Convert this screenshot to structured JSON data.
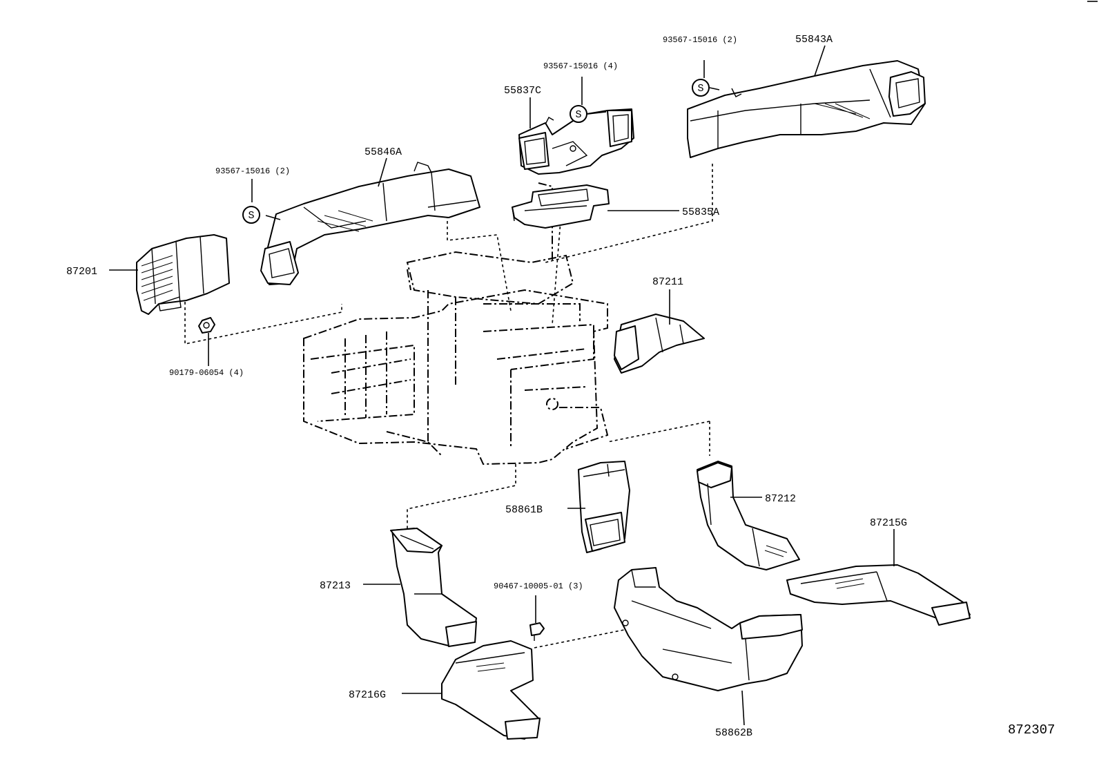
{
  "diagram_number": "872307",
  "callouts": {
    "p55843A": "55843A",
    "s55843A": "93567-15016 (2)",
    "p55837C": "55837C",
    "s55837C": "93567-15016 (4)",
    "p55846A": "55846A",
    "s55846A": "93567-15016 (2)",
    "p55835A": "55835A",
    "p87201": "87201",
    "p87211": "87211",
    "p90179": "90179-06054 (4)",
    "p58861B": "58861B",
    "p87212": "87212",
    "p87215G": "87215G",
    "p87213": "87213",
    "p90467": "90467-10005-01 (3)",
    "p87216G": "87216G",
    "p58862B": "58862B"
  },
  "symbols": {
    "screw_mark": "S"
  }
}
